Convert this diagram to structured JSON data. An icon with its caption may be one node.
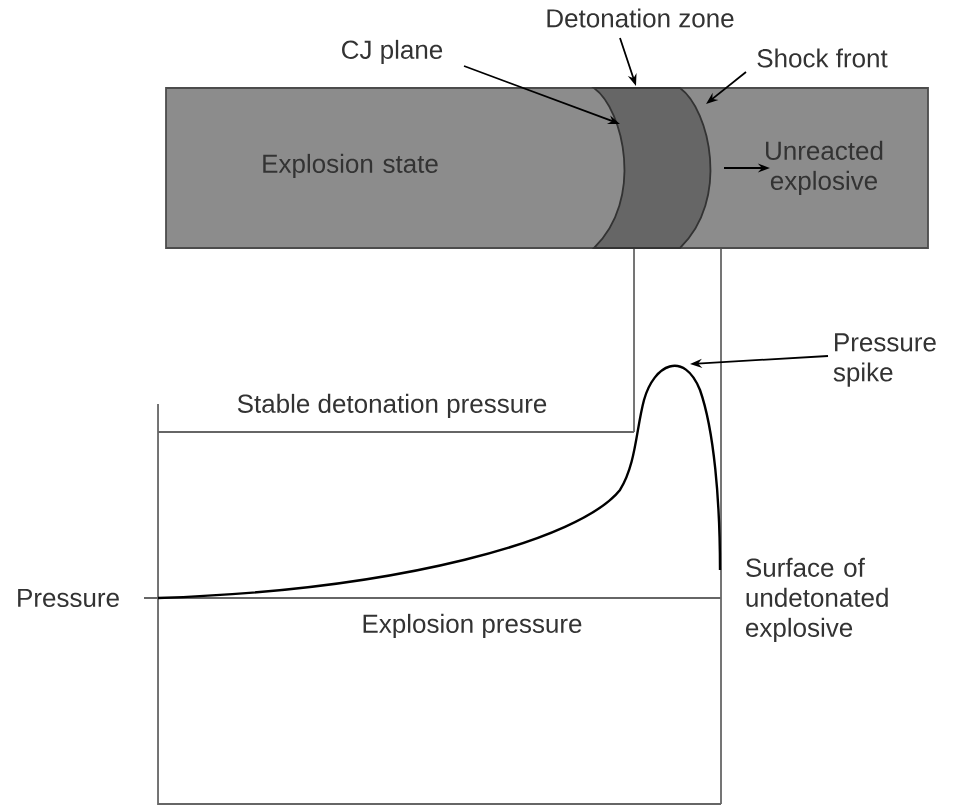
{
  "diagram": {
    "nodes": [
      {
        "text": [
          "Explosion state",
          "Unreacted explosive"
        ]
      },
      {
        "text": [],
        "shape": "band",
        "in": 0
      },
      {
        "text": [
          "CJ plane"
        ]
      },
      {
        "text": [
          "Detonation zone"
        ]
      },
      {
        "text": [
          "Shock front"
        ]
      },
      {
        "text": [
          "Pressure spike"
        ]
      }
    ],
    "edges": [
      {
        "from": 2,
        "to": 1,
        "arrow": "to"
      },
      {
        "from": 3,
        "to": 1,
        "arrow": "to"
      },
      {
        "from": 4,
        "to": 1,
        "arrow": "to"
      },
      {
        "from": 5,
        "to": null,
        "arrow": "to"
      }
    ],
    "labels": [
      "Stable detonation pressure",
      "Pressure",
      "Explosion pressure",
      "Surface of undetonated explosive"
    ]
  }
}
